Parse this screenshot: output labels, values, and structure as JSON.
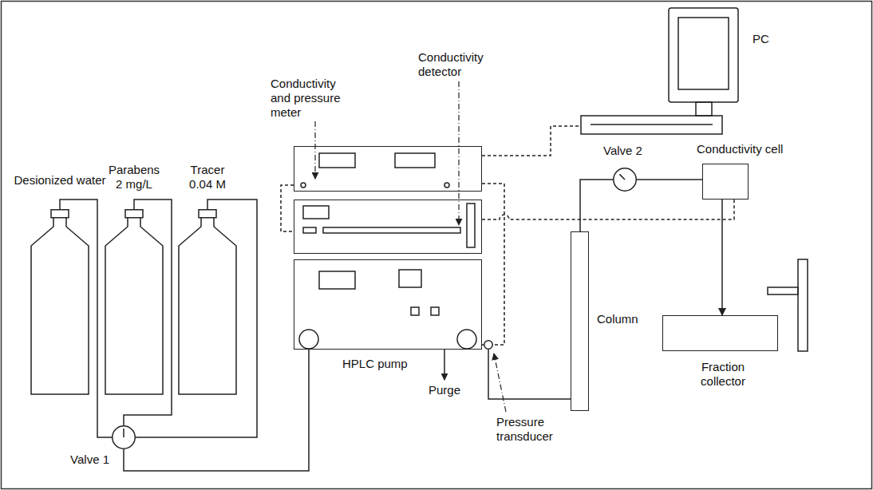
{
  "diagram": {
    "nodes": [
      {
        "text": [
          "Desionized water"
        ]
      },
      {
        "text": [
          "Parabens 2 mg/L"
        ]
      },
      {
        "text": [
          "Tracer 0.04 M"
        ]
      },
      {
        "text": [
          "Valve 1"
        ]
      },
      {
        "text": [
          "Conductivity and pressure meter"
        ]
      },
      {
        "text": [
          "Conductivity detector"
        ]
      },
      {
        "text": [
          "HPLC pump"
        ]
      },
      {
        "text": [
          "Pressure transducer"
        ]
      },
      {
        "text": [
          "Column"
        ]
      },
      {
        "text": [
          "PC"
        ]
      },
      {
        "text": [
          "Valve 2"
        ]
      },
      {
        "text": [
          "Conductivity cell"
        ]
      },
      {
        "text": [
          "Fraction collector"
        ]
      }
    ],
    "edges": [
      {
        "from": 0,
        "to": 3,
        "arrow": "none"
      },
      {
        "from": 1,
        "to": 3,
        "arrow": "none"
      },
      {
        "from": 2,
        "to": 3,
        "arrow": "none"
      },
      {
        "from": 3,
        "to": 6,
        "arrow": "none"
      },
      {
        "from": 6,
        "to": 7,
        "arrow": "none"
      },
      {
        "from": 7,
        "to": 8,
        "arrow": "none"
      },
      {
        "from": 8,
        "to": 10,
        "arrow": "none"
      },
      {
        "from": 10,
        "to": 11,
        "arrow": "none"
      },
      {
        "from": 11,
        "to": 12,
        "arrow": "to"
      },
      {
        "from": 4,
        "to": 9,
        "arrow": "none"
      },
      {
        "from": 4,
        "to": 7,
        "arrow": "none"
      },
      {
        "from": 4,
        "to": 5,
        "arrow": "none"
      },
      {
        "from": 5,
        "to": 11,
        "arrow": "none"
      }
    ],
    "labels": [
      "Purge"
    ]
  }
}
